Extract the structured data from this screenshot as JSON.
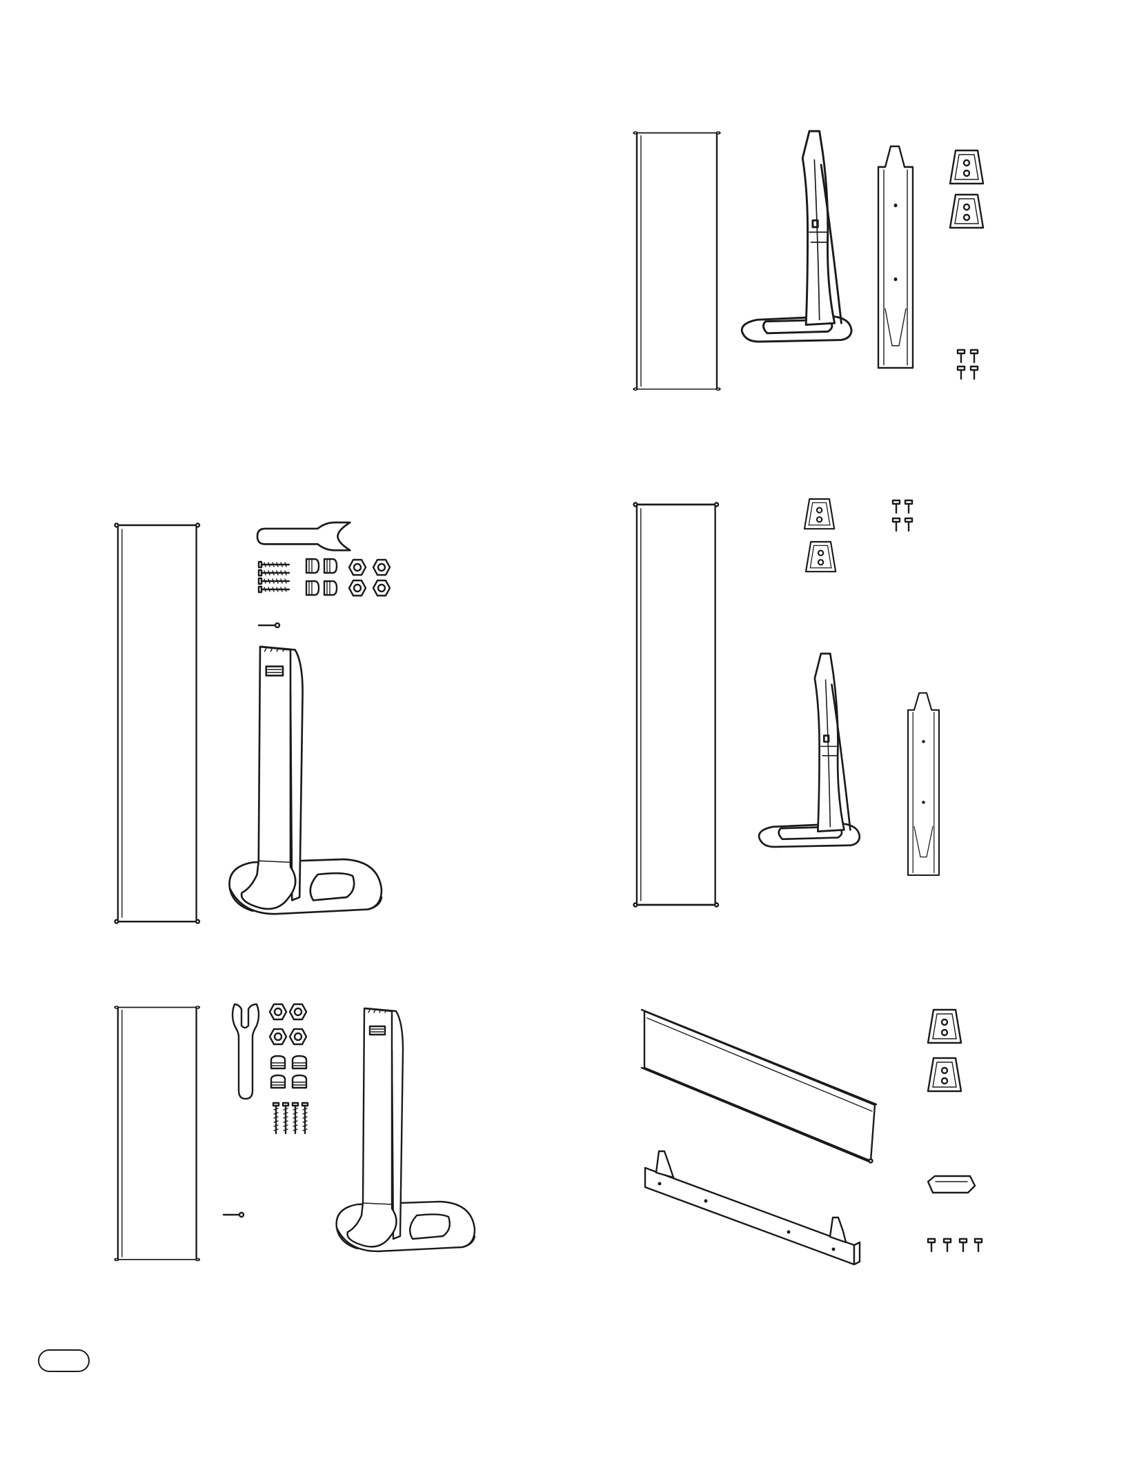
{
  "page": {
    "background": "#ffffff",
    "line_color": "#1a1a1a"
  },
  "figures": [
    {
      "name": "kit-floor-stand-tall",
      "parts": [
        "fabric-panel-icon",
        "pedestal-stand-icon",
        "mounting-plate-icon",
        "bracket-icon",
        "bracket-icon",
        "screw-set-icon"
      ]
    },
    {
      "name": "kit-floor-stand-pedestal",
      "parts": [
        "fabric-panel-icon",
        "wrench-icon",
        "wood-screw-icon",
        "cap-nut-icon",
        "hex-nut-icon",
        "pin-icon",
        "column-stand-icon"
      ]
    },
    {
      "name": "kit-floor-stand-separate",
      "parts": [
        "fabric-panel-icon",
        "bracket-icon",
        "bracket-icon",
        "screw-set-icon",
        "pedestal-stand-icon",
        "mounting-plate-icon"
      ]
    },
    {
      "name": "kit-table-stand",
      "parts": [
        "fabric-panel-icon",
        "wrench-icon",
        "hex-nut-icon",
        "cap-nut-icon",
        "wood-screw-icon",
        "pin-icon",
        "column-stand-icon"
      ]
    },
    {
      "name": "kit-horizontal-mount",
      "parts": [
        "horizontal-panel-icon",
        "wall-rail-icon",
        "bracket-icon",
        "bracket-icon",
        "spacer-icon",
        "screw-set-icon"
      ]
    }
  ],
  "page_tab": {
    "label": ""
  }
}
